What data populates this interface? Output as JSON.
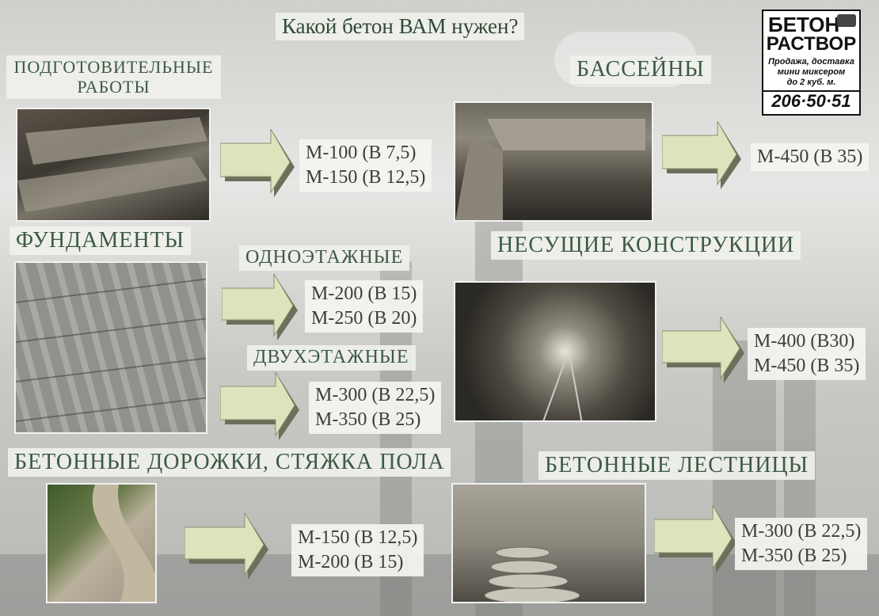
{
  "title": "Какой бетон ВАМ нужен?",
  "logo": {
    "line1": "БЕТОН",
    "line2": "РАСТВОР",
    "tagline1": "Продажа, доставка",
    "tagline2": "мини миксером",
    "tagline3": "до 2 куб. м.",
    "phone": "206·50·51"
  },
  "sections": {
    "prep": {
      "title_line1": "ПОДГОТОВИТЕЛЬНЫЕ",
      "title_line2": "РАБОТЫ",
      "grades": [
        "М-100 (В 7,5)",
        "М-150 (В 12,5)"
      ]
    },
    "pools": {
      "title": "БАССЕЙНЫ",
      "grades": [
        "М-450 (В 35)"
      ]
    },
    "foundations": {
      "title": "ФУНДАМЕНТЫ",
      "single_title": "ОДНОЭТАЖНЫЕ",
      "single_grades": [
        "М-200 (В 15)",
        "М-250 (В 20)"
      ],
      "double_title": "ДВУХЭТАЖНЫЕ",
      "double_grades": [
        "М-300 (В 22,5)",
        "М-350 (В 25)"
      ]
    },
    "structures": {
      "title": "НЕСУЩИЕ КОНСТРУКЦИИ",
      "grades": [
        "М-400 (В30)",
        "М-450 (В 35)"
      ]
    },
    "paths": {
      "title": "БЕТОННЫЕ ДОРОЖКИ, СТЯЖКА ПОЛА",
      "grades": [
        "М-150 (В 12,5)",
        "М-200 (В 15)"
      ]
    },
    "stairs": {
      "title": "БЕТОННЫЕ ЛЕСТНИЦЫ",
      "grades": [
        "М-300 (В 22,5)",
        "М-350 (В 25)"
      ]
    }
  },
  "colors": {
    "label_text": "#3c5a44",
    "arrow_fill": "#dfe3bd",
    "arrow_shadow": "#6c6f5a"
  }
}
